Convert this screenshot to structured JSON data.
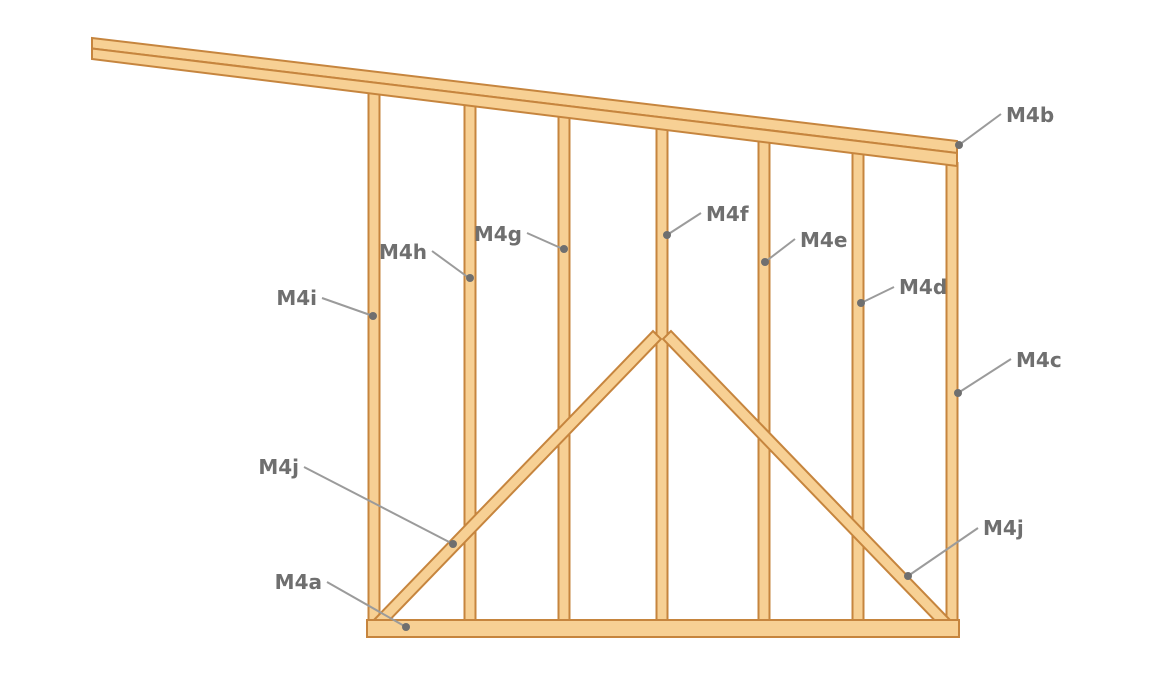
{
  "diagram": {
    "colors": {
      "wood_fill": "#F7D094",
      "wood_stroke": "#C6853E",
      "label_text": "#6F6F6F",
      "leader_line": "#9B9B9B",
      "leader_dot": "#6F6F6F"
    },
    "labels": {
      "m4a": "M4a",
      "m4b": "M4b",
      "m4c": "M4c",
      "m4d": "M4d",
      "m4e": "M4e",
      "m4f": "M4f",
      "m4g": "M4g",
      "m4h": "M4h",
      "m4i": "M4i",
      "m4j_left": "M4j",
      "m4j_right": "M4j"
    }
  }
}
